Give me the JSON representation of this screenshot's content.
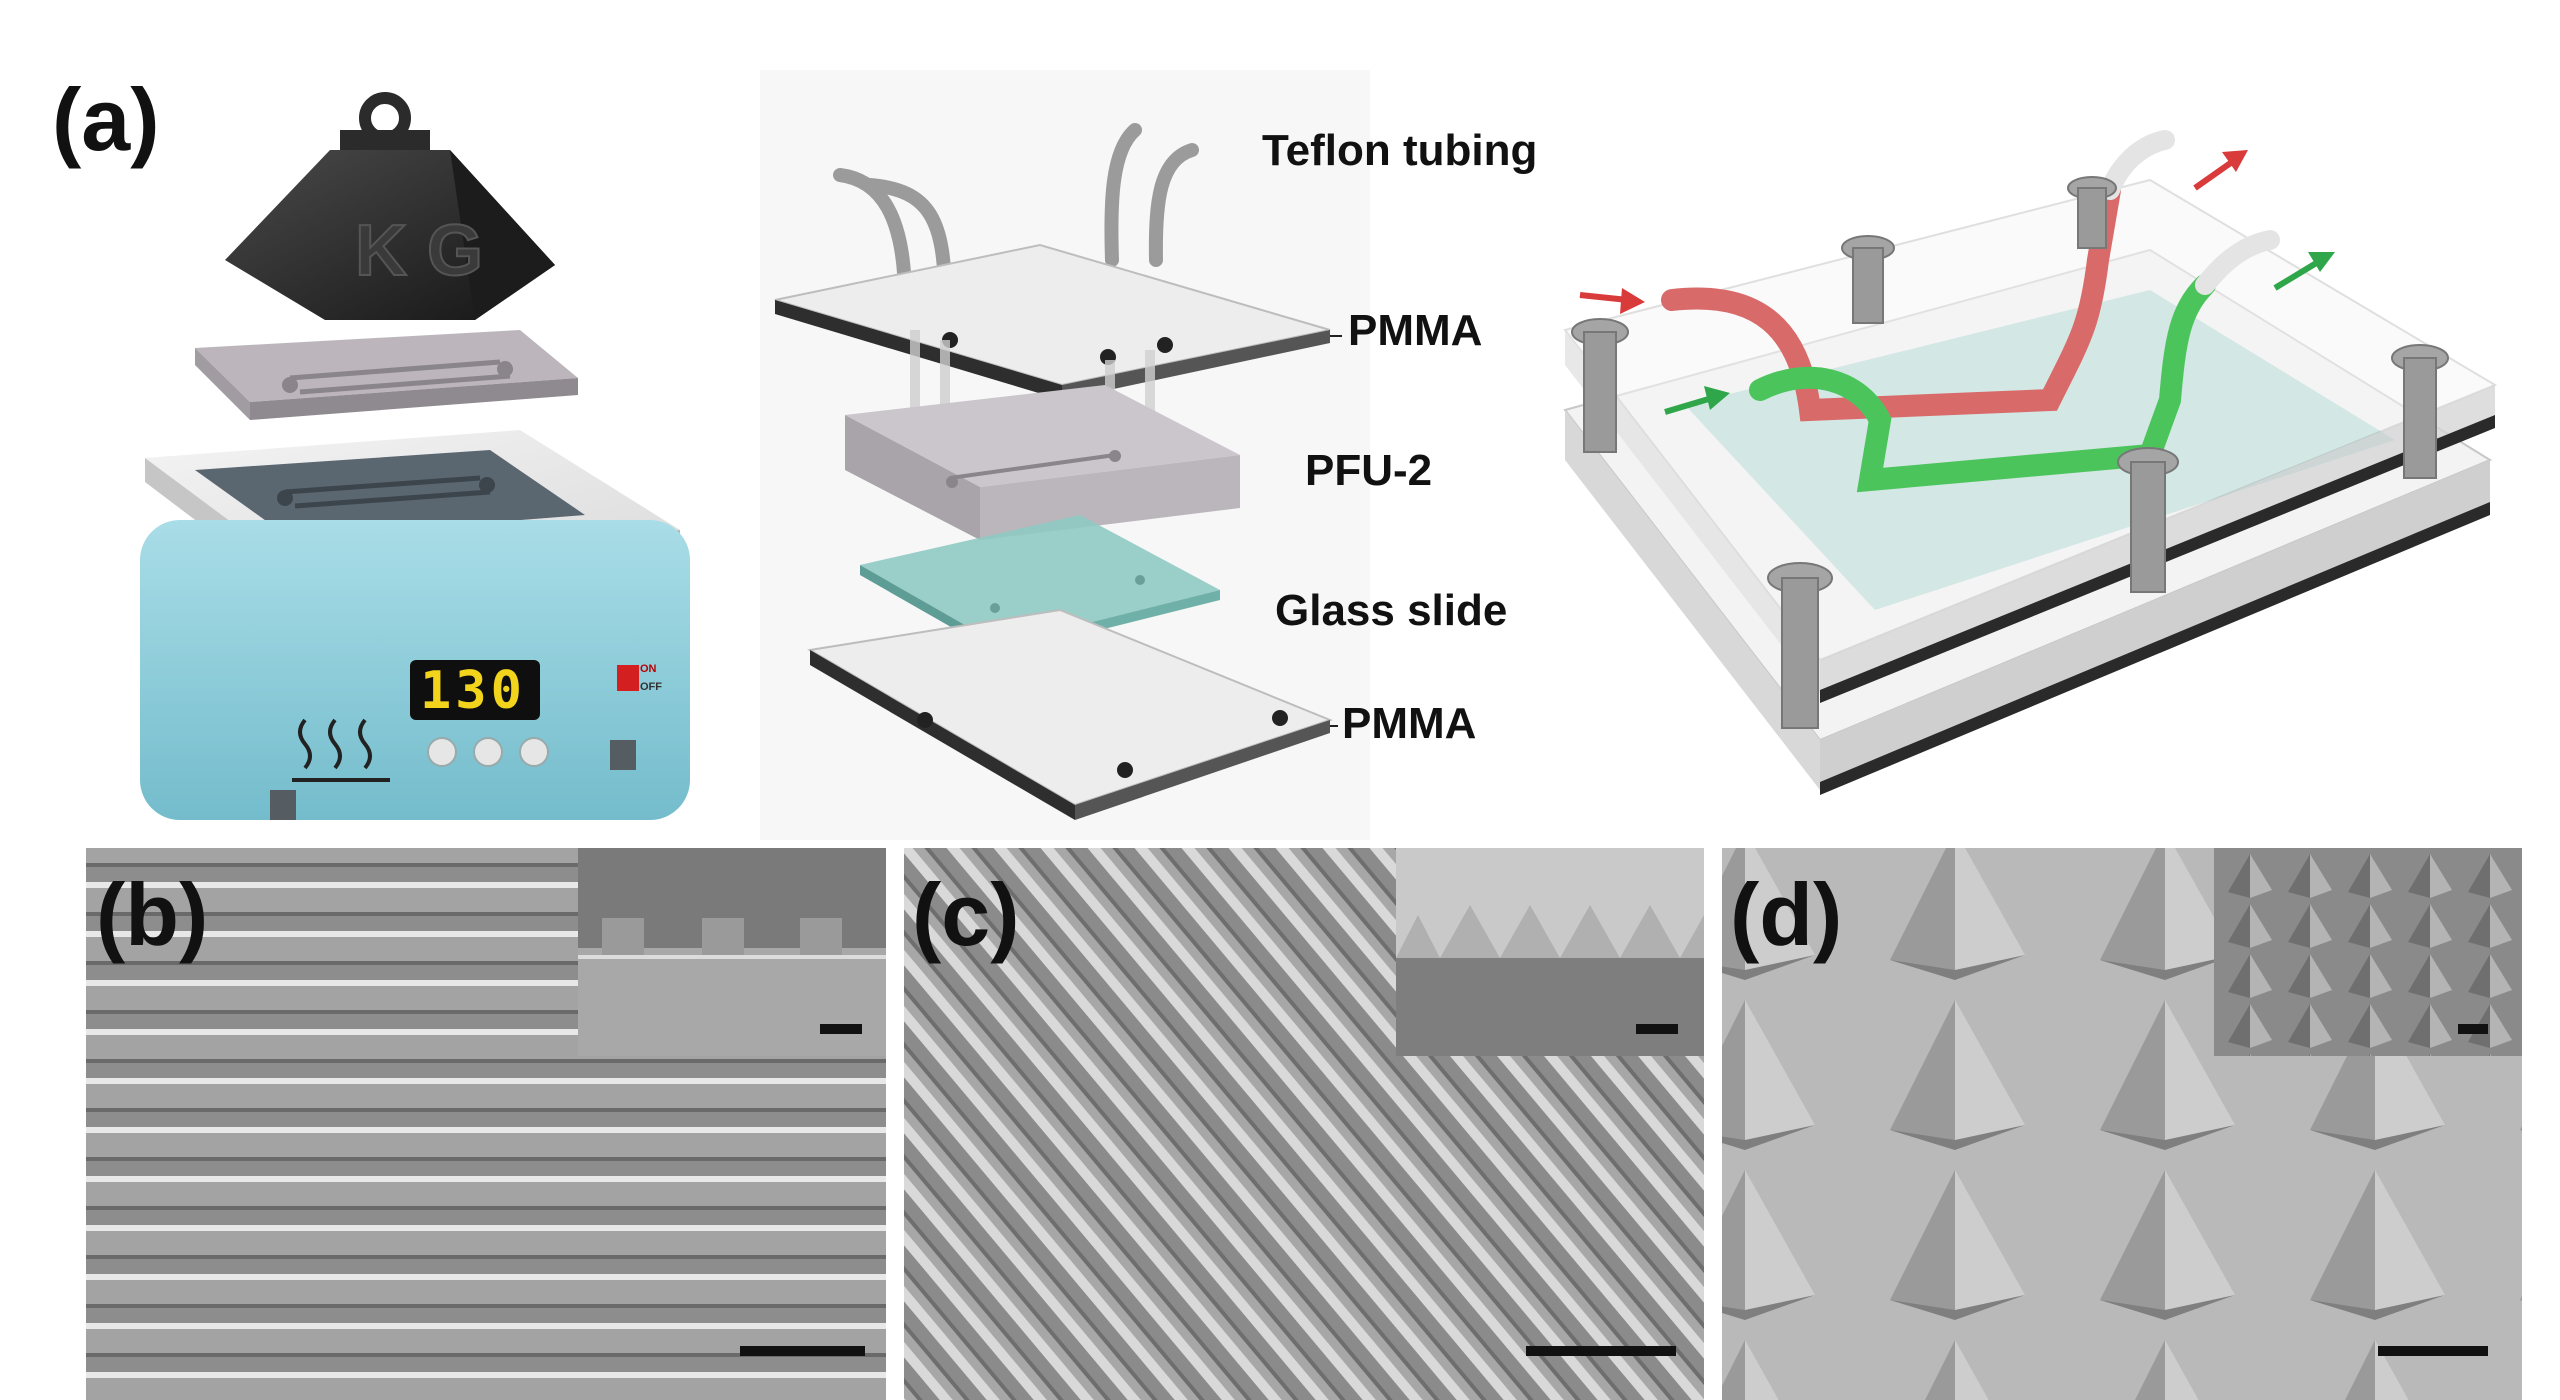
{
  "figure": {
    "panel_letters": {
      "a": "(a)",
      "b": "(b)",
      "c": "(c)",
      "d": "(d)"
    },
    "weight_text": "K G",
    "display_value": "130",
    "switch_on": "ON",
    "switch_off": "OFF",
    "layers": {
      "tubing": "Teflon tubing",
      "top_plate": "PMMA",
      "film": "PFU-2",
      "glass": "Glass slide",
      "bottom_plate": "PMMA"
    },
    "colors": {
      "heater_body": "#8fd0dd",
      "weight": "#2b2b2b",
      "inlet_arrow": "#d93a3a",
      "outlet_arrow": "#2fa64a",
      "flow_red": "#d96a6a",
      "flow_green": "#4cc45c",
      "glass": "#8fc9c2"
    }
  }
}
